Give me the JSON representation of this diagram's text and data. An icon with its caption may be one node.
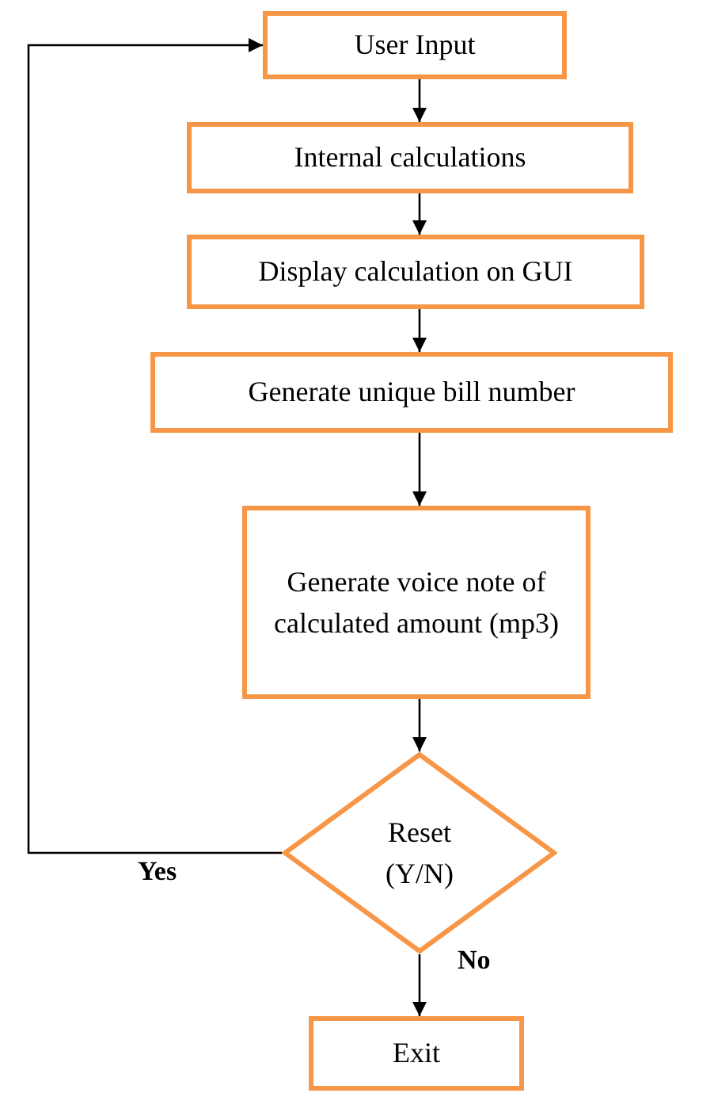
{
  "diagram": {
    "nodes": [
      {
        "text": [
          "User Input"
        ]
      },
      {
        "text": [
          "Internal calculations"
        ]
      },
      {
        "text": [
          "Display calculation on GUI"
        ]
      },
      {
        "text": [
          "Generate unique bill number"
        ]
      },
      {
        "text": [
          "Generate voice note of calculated amount (mp3)"
        ]
      },
      {
        "text": [
          "Reset (Y/N)"
        ]
      },
      {
        "text": [
          "Exit"
        ]
      }
    ],
    "edges": [
      {
        "from": 0,
        "to": 1,
        "arrow": "to"
      },
      {
        "from": 1,
        "to": 2,
        "arrow": "to"
      },
      {
        "from": 2,
        "to": 3,
        "arrow": "to"
      },
      {
        "from": 3,
        "to": 4,
        "arrow": "to"
      },
      {
        "from": 4,
        "to": 5,
        "arrow": "to"
      },
      {
        "from": 5,
        "to": 0,
        "arrow": "to",
        "label": "Yes"
      },
      {
        "from": 5,
        "to": 6,
        "arrow": "to",
        "label": "No"
      }
    ]
  }
}
